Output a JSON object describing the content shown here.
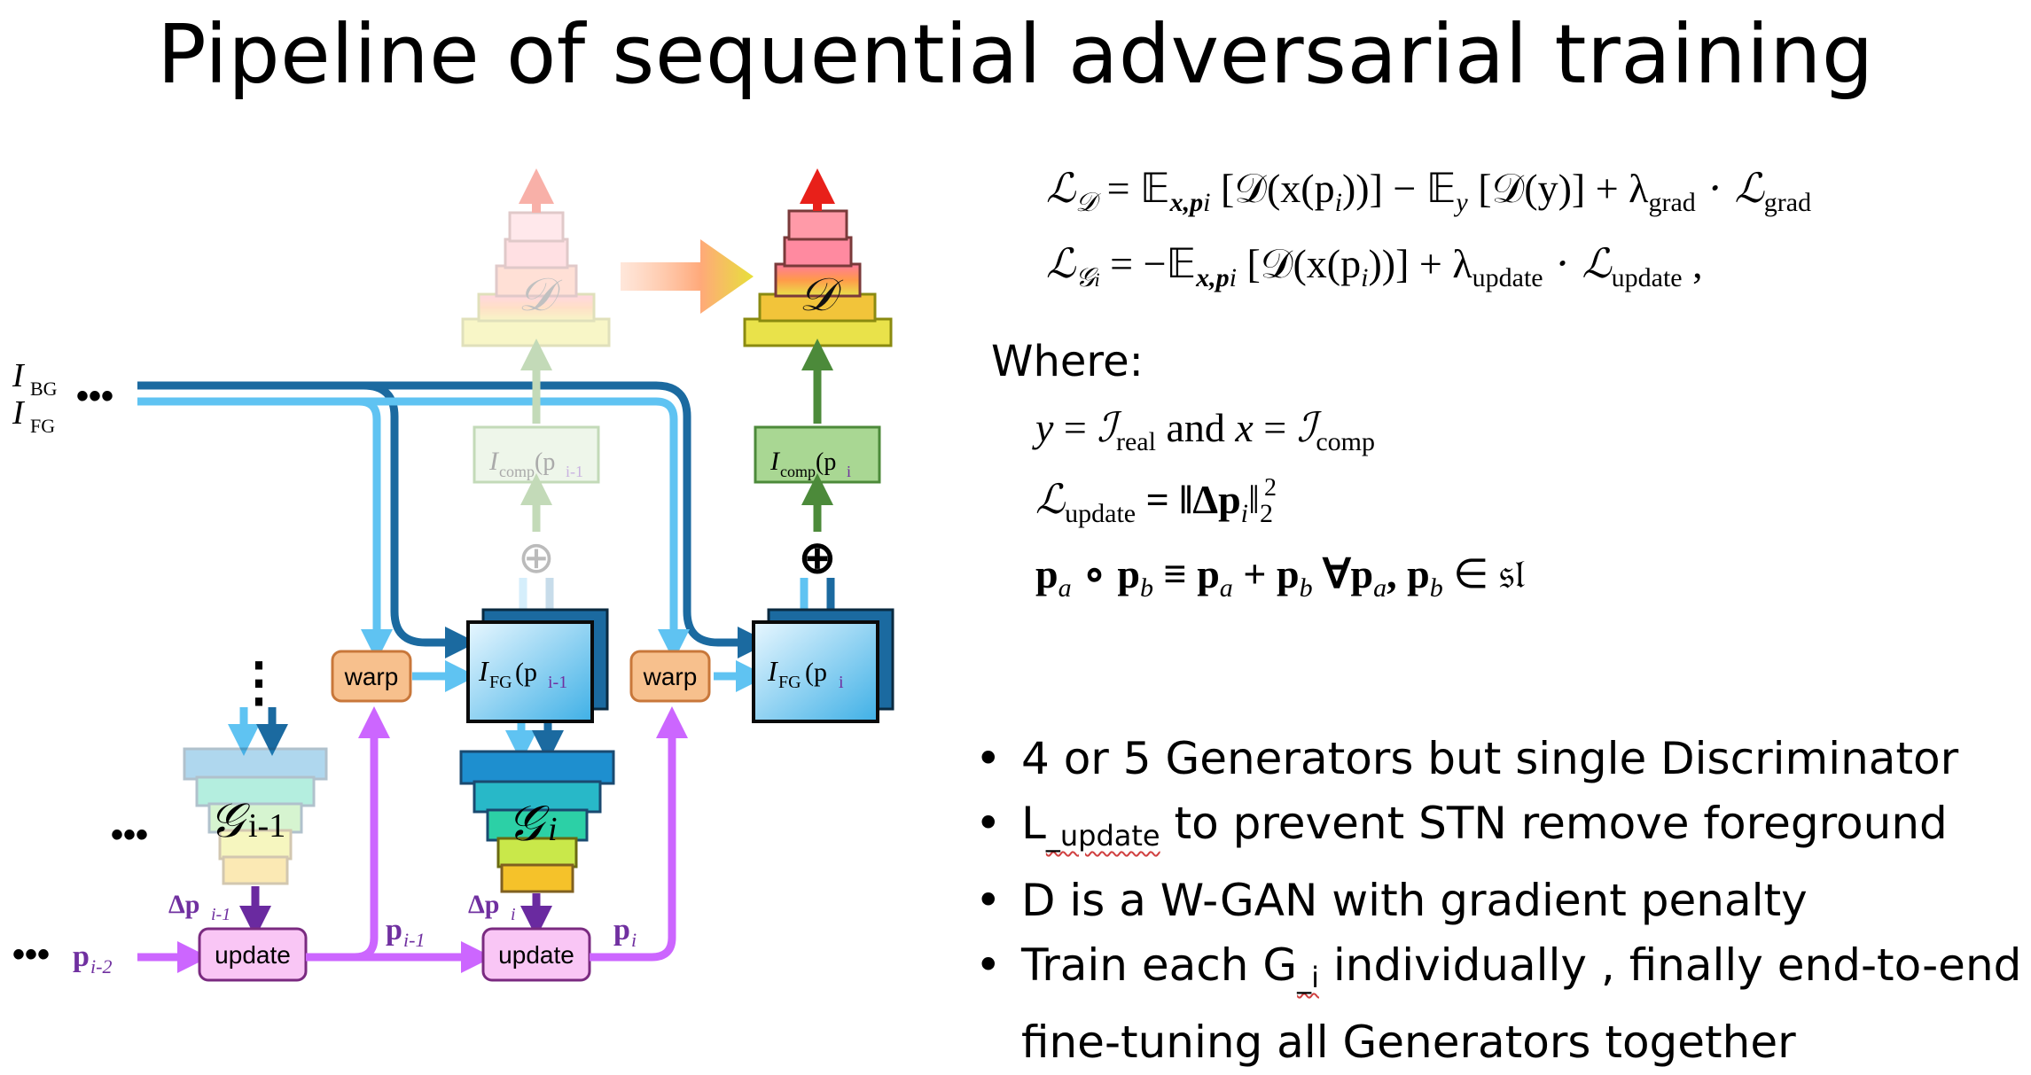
{
  "title": "Pipeline of sequential adversarial training",
  "equations": {
    "loss_d": [
      "ℒ",
      "𝒟",
      " = 𝔼",
      "x,p",
      "i",
      " [𝒟(x(p",
      "i",
      "))] − 𝔼",
      "y",
      " [𝒟(y)] + λ",
      "grad",
      " · ℒ",
      "grad"
    ],
    "loss_g": [
      "ℒ",
      "𝒢",
      "i",
      " = −𝔼",
      "x,p",
      "i",
      " [𝒟(x(p",
      "i",
      "))] + λ",
      "update",
      " · ℒ",
      "update",
      " ,"
    ]
  },
  "where_label": "Where:",
  "definitions": {
    "line1": [
      "y",
      " = ",
      "ℐ",
      "real",
      " and ",
      "x",
      " = ",
      "ℐ",
      "comp"
    ],
    "line2": [
      "ℒ",
      "update",
      " = ‖Δp",
      "i",
      "‖",
      "2",
      "2"
    ],
    "line3": [
      "p",
      "a",
      " ∘ p",
      "b",
      " ≡ p",
      "a",
      " + p",
      "b",
      "   ∀p",
      "a",
      ", p",
      "b",
      " ∈ 𝔰𝔩"
    ]
  },
  "bullets": [
    {
      "pre": "4 or 5 Generators but single Discriminator",
      "sub": "",
      "post": ""
    },
    {
      "pre": "L",
      "sub": "_update",
      "post": " to prevent STN remove foreground"
    },
    {
      "pre": "D is a W-GAN with gradient penalty",
      "sub": "",
      "post": ""
    },
    {
      "pre": "Train each G",
      "sub": "_i",
      "post": " individually , finally  end-to-end fine-tuning all Generators together"
    }
  ],
  "diagram": {
    "input_bg": "I",
    "input_bg_sub": "BG",
    "input_fg": "I",
    "input_fg_sub": "FG",
    "ellipsis": "•••",
    "vertical_dots": "⋮",
    "warp_label": "warp",
    "update_label": "update",
    "discriminator_symbol": "𝒟",
    "generator_prev": "𝒢",
    "generator_prev_sub": "i-1",
    "generator_cur": "𝒢",
    "generator_cur_sub": "i",
    "fg_prev": "I",
    "fg_prev_sub": "FG",
    "fg_prev_arg": "(p",
    "fg_prev_arg_sub": "i-1",
    "fg_cur": "I",
    "fg_cur_sub": "FG",
    "fg_cur_arg": "(p",
    "fg_cur_arg_sub": "i",
    "comp_prev": "I",
    "comp_prev_sub": "comp",
    "comp_prev_arg": "(p",
    "comp_prev_arg_sub": "i-1",
    "comp_cur": "I",
    "comp_cur_sub": "comp",
    "comp_cur_arg": "(p",
    "comp_cur_arg_sub": "i",
    "plus": "⊕",
    "dp_prev": "Δp",
    "dp_prev_sub": "i-1",
    "dp_cur": "Δp",
    "dp_cur_sub": "i",
    "p_in": "p",
    "p_in_sub": "i-2",
    "p_prev": "p",
    "p_prev_sub": "i-1",
    "p_cur": "p",
    "p_cur_sub": "i"
  },
  "colors": {
    "dark_blue": "#1b6aa0",
    "light_blue": "#5fc3f2",
    "purple": "#cc66ff",
    "dark_green": "#4c8a3a",
    "red": "#e8201a",
    "warp_fill": "#f7c08d",
    "update_fill": "#f9c6f5",
    "comp_fill": "#a9d793"
  }
}
